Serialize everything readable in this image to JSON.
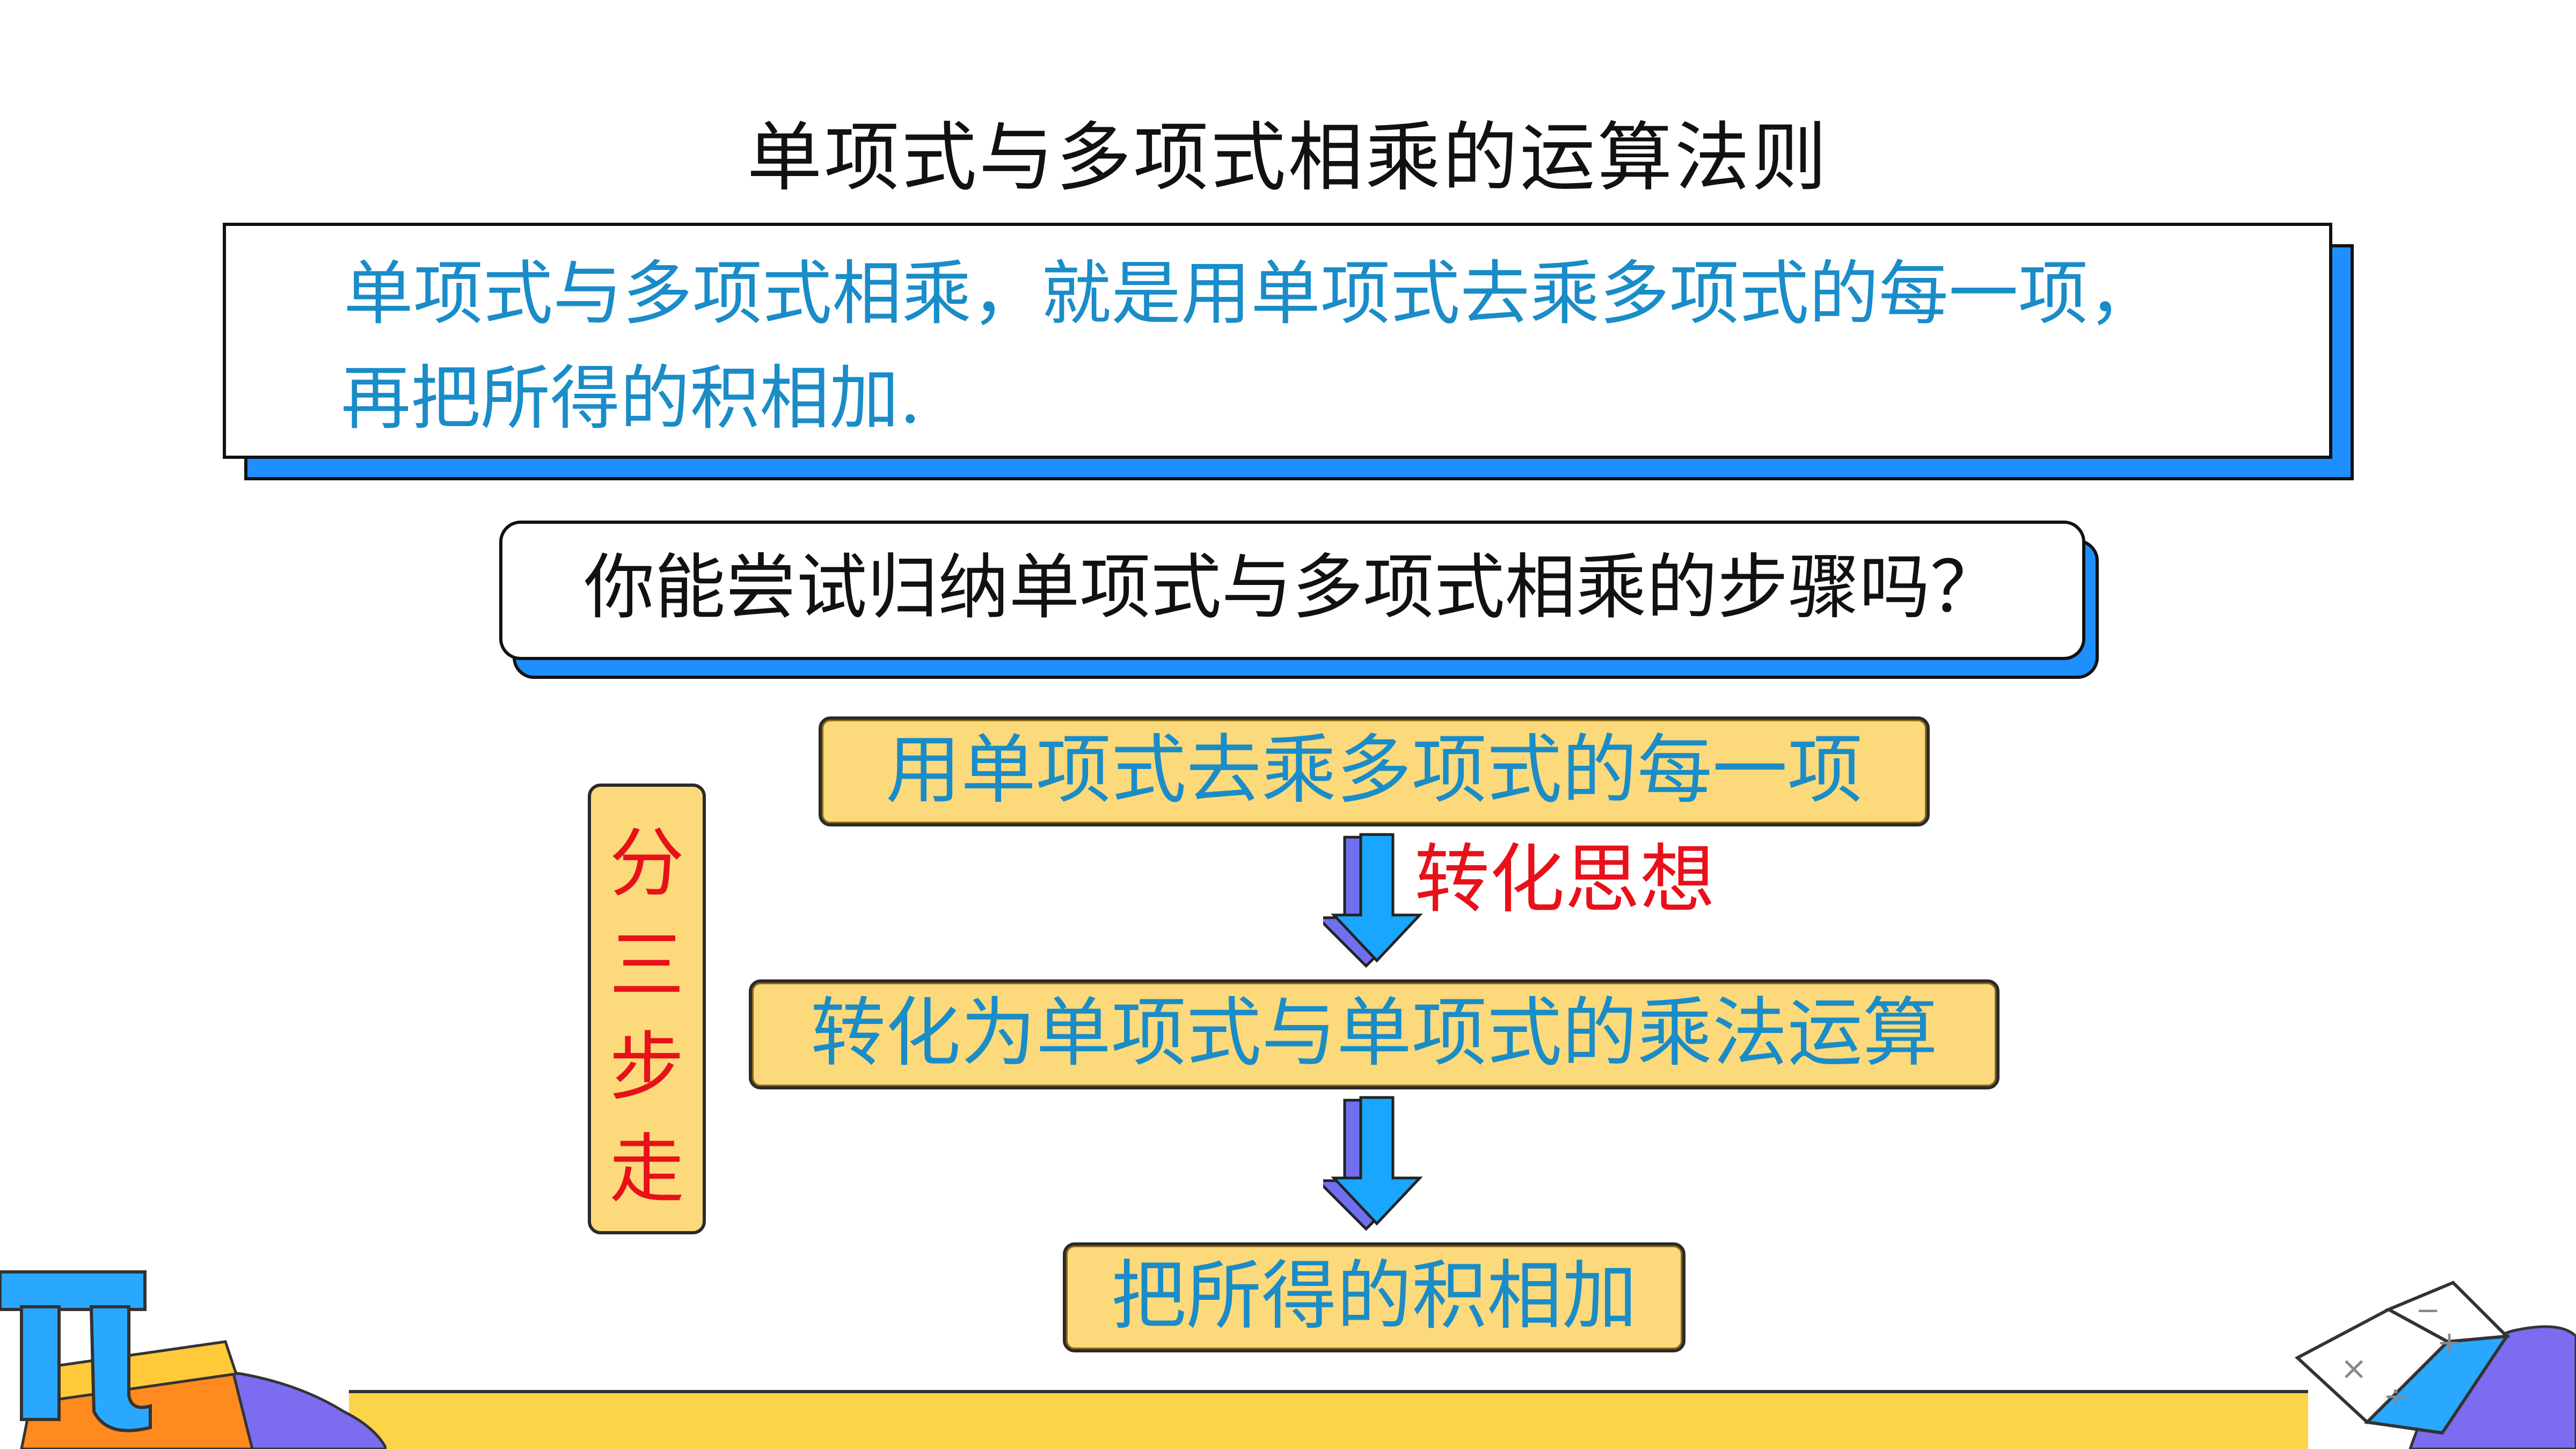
{
  "title": "单项式与多项式相乘的运算法则",
  "rule": {
    "line1": "单项式与多项式相乘，就是用单项式去乘多项式的每一项，",
    "line2": "再把所得的积相加."
  },
  "question": "你能尝试归纳单项式与多项式相乘的步骤吗？",
  "steps": [
    "用单项式去乘多项式的每一项",
    "转化为单项式与单项式的乘法运算",
    "把所得的积相加"
  ],
  "convert_label": "转化思想",
  "side_label": [
    "分",
    "三",
    "步",
    "走"
  ],
  "colors": {
    "blue_text": "#1a8cc8",
    "red_text": "#e8111a",
    "step_fill": "#fcd97a",
    "shadow_blue": "#1f8fff"
  },
  "icons": {
    "pi": "pi-symbol-icon",
    "book": "open-book-icon"
  }
}
